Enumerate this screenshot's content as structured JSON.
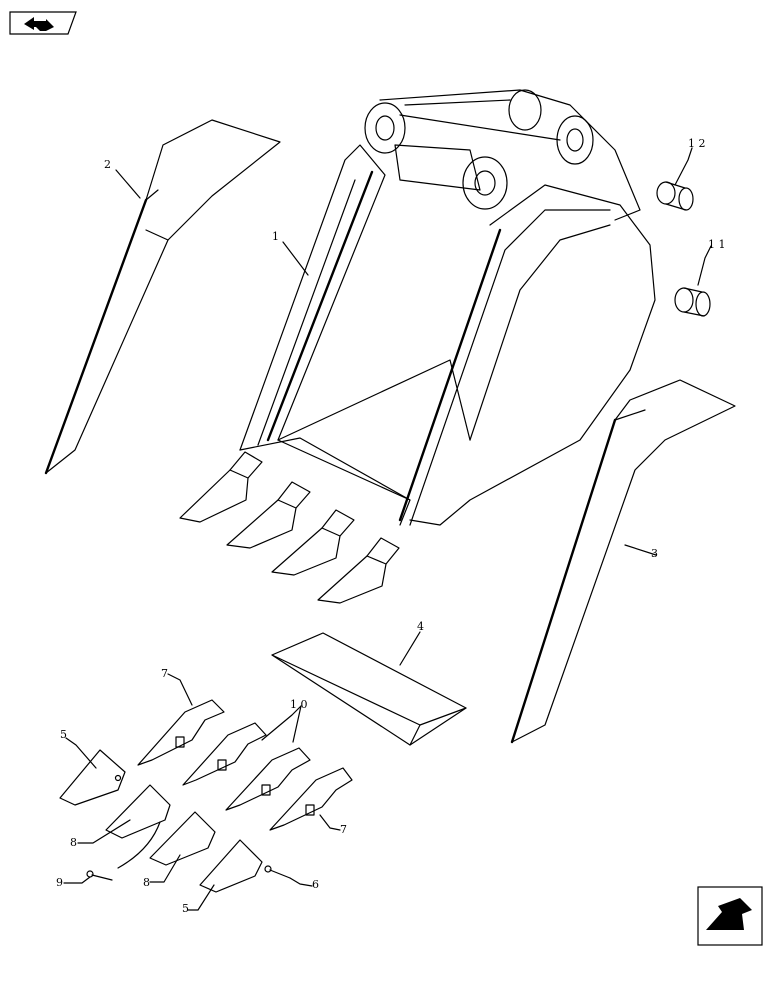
{
  "callouts": {
    "c1": "1",
    "c2": "2",
    "c3": "3",
    "c4": "4",
    "c5a": "5",
    "c5b": "5",
    "c6": "6",
    "c7a": "7",
    "c7b": "7",
    "c8a": "8",
    "c8b": "8",
    "c9": "9",
    "c10": "1 0",
    "c11": "1 1",
    "c12": "1 2"
  },
  "icons": {
    "top_left": "back-arrow-icon",
    "bottom_right": "next-arrow-icon"
  }
}
